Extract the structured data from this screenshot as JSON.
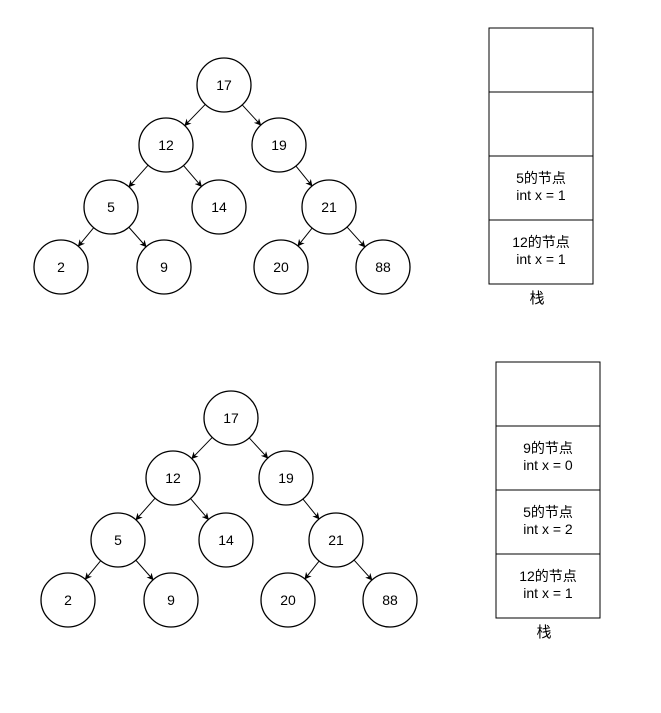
{
  "diagrams": [
    {
      "tree": {
        "nodes": [
          {
            "id": "n17",
            "label": "17"
          },
          {
            "id": "n12",
            "label": "12"
          },
          {
            "id": "n19",
            "label": "19"
          },
          {
            "id": "n5",
            "label": "5"
          },
          {
            "id": "n14",
            "label": "14"
          },
          {
            "id": "n21",
            "label": "21"
          },
          {
            "id": "n2",
            "label": "2"
          },
          {
            "id": "n9",
            "label": "9"
          },
          {
            "id": "n20",
            "label": "20"
          },
          {
            "id": "n88",
            "label": "88"
          }
        ],
        "edges": [
          [
            "n17",
            "n12"
          ],
          [
            "n17",
            "n19"
          ],
          [
            "n12",
            "n5"
          ],
          [
            "n12",
            "n14"
          ],
          [
            "n19",
            "n21"
          ],
          [
            "n5",
            "n2"
          ],
          [
            "n5",
            "n9"
          ],
          [
            "n21",
            "n20"
          ],
          [
            "n21",
            "n88"
          ]
        ]
      },
      "stack": {
        "cells": [
          {
            "line1": "",
            "line2": ""
          },
          {
            "line1": "",
            "line2": ""
          },
          {
            "line1": "5的节点",
            "line2": "int x = 1"
          },
          {
            "line1": "12的节点",
            "line2": "int x = 1"
          }
        ],
        "label": "栈"
      }
    },
    {
      "tree": {
        "nodes": [
          {
            "id": "n17",
            "label": "17"
          },
          {
            "id": "n12",
            "label": "12"
          },
          {
            "id": "n19",
            "label": "19"
          },
          {
            "id": "n5",
            "label": "5"
          },
          {
            "id": "n14",
            "label": "14"
          },
          {
            "id": "n21",
            "label": "21"
          },
          {
            "id": "n2",
            "label": "2"
          },
          {
            "id": "n9",
            "label": "9"
          },
          {
            "id": "n20",
            "label": "20"
          },
          {
            "id": "n88",
            "label": "88"
          }
        ],
        "edges": [
          [
            "n17",
            "n12"
          ],
          [
            "n17",
            "n19"
          ],
          [
            "n12",
            "n5"
          ],
          [
            "n12",
            "n14"
          ],
          [
            "n19",
            "n21"
          ],
          [
            "n5",
            "n2"
          ],
          [
            "n5",
            "n9"
          ],
          [
            "n21",
            "n20"
          ],
          [
            "n21",
            "n88"
          ]
        ]
      },
      "stack": {
        "cells": [
          {
            "line1": "",
            "line2": ""
          },
          {
            "line1": "9的节点",
            "line2": "int x = 0"
          },
          {
            "line1": "5的节点",
            "line2": "int x = 2"
          },
          {
            "line1": "12的节点",
            "line2": "int x = 1"
          }
        ],
        "label": "栈"
      }
    }
  ]
}
